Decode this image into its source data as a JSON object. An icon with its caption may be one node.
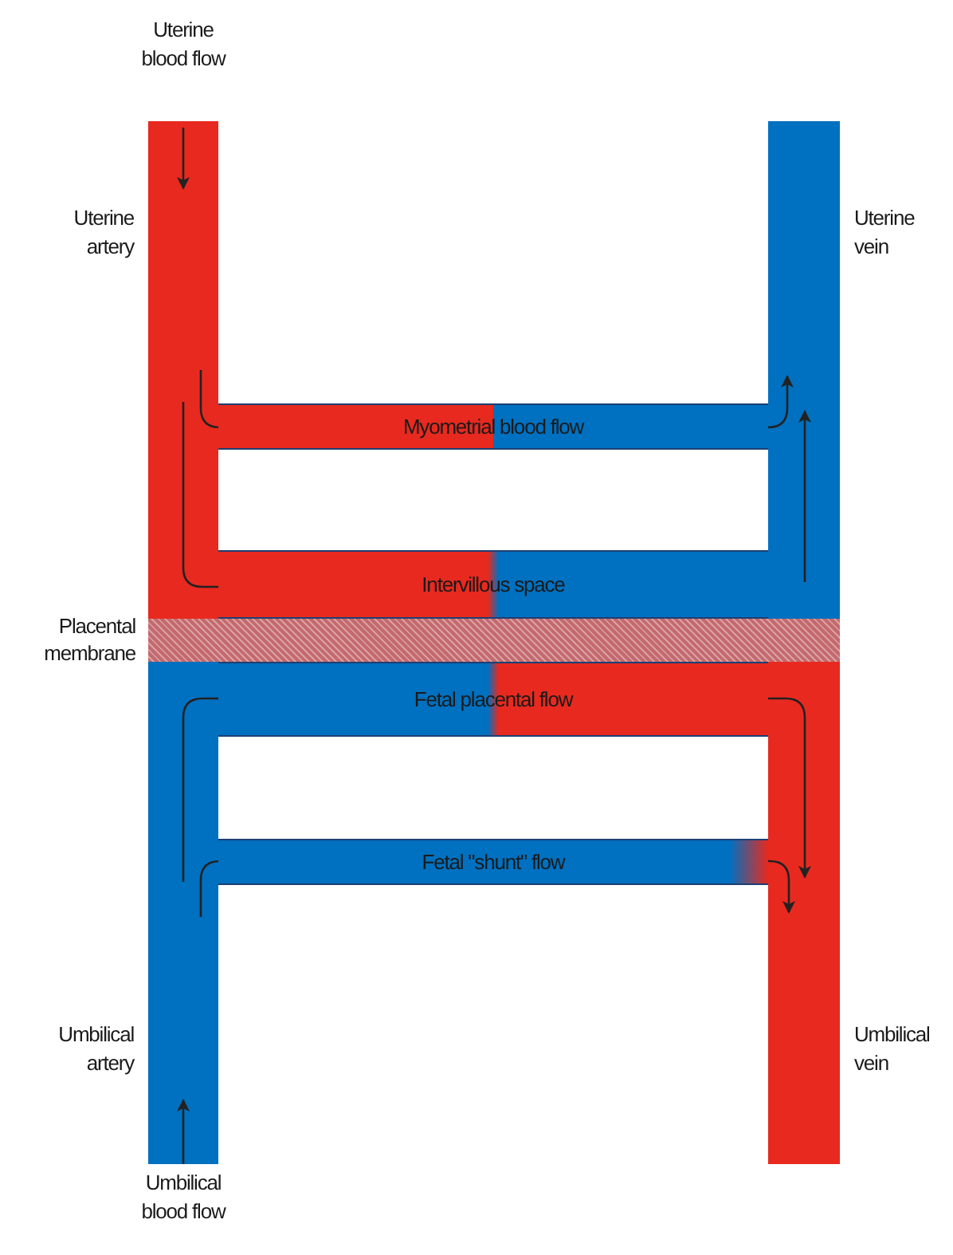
{
  "diagram": {
    "nodes": [
      {
        "text": [
          "Myometrial blood flow"
        ]
      },
      {
        "text": [
          "Intervillous space"
        ]
      },
      {
        "text": [
          "Placental membrane"
        ]
      },
      {
        "text": [
          "Fetal placental flow"
        ]
      },
      {
        "text": [
          "Fetal \"shunt\" flow"
        ]
      }
    ],
    "labels": [
      "Uterine blood flow",
      "Uterine artery",
      "Uterine vein",
      "Umbilical artery",
      "Umbilical vein",
      "Umbilical blood flow"
    ]
  }
}
